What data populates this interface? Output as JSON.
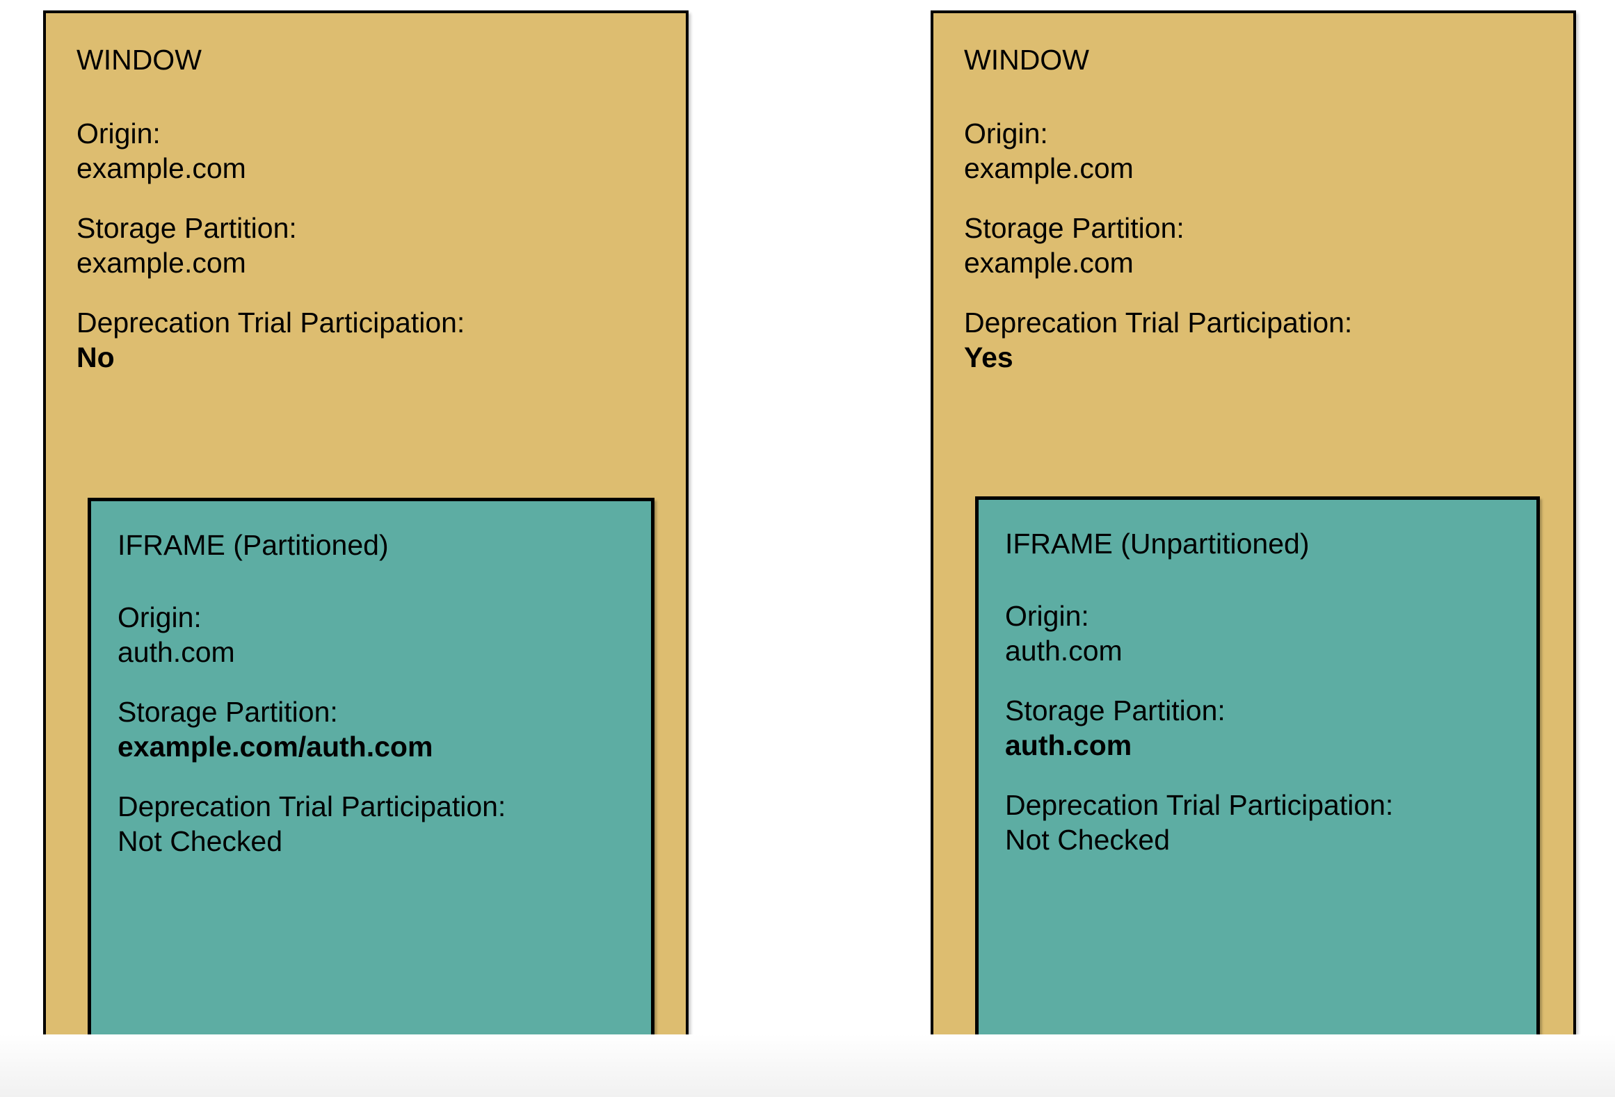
{
  "colors": {
    "window_fill": "#ddbd70",
    "iframe_fill": "#5dada3",
    "border": "#000000",
    "text": "#000000",
    "page_background": "#ffffff"
  },
  "panels": [
    {
      "id": "partitioned-scenario",
      "window": {
        "title": "WINDOW",
        "fields": [
          {
            "label": "Origin:",
            "value": "example.com",
            "bold": false
          },
          {
            "label": "Storage Partition:",
            "value": "example.com",
            "bold": false
          },
          {
            "label": "Deprecation Trial Participation:",
            "value": "No",
            "bold": true
          }
        ]
      },
      "iframe": {
        "title": "IFRAME (Partitioned)",
        "fields": [
          {
            "label": "Origin:",
            "value": "auth.com",
            "bold": false
          },
          {
            "label": "Storage Partition:",
            "value": "example.com/auth.com",
            "bold": true
          },
          {
            "label": "Deprecation Trial Participation:",
            "value": "Not Checked",
            "bold": false
          }
        ]
      }
    },
    {
      "id": "unpartitioned-scenario",
      "window": {
        "title": "WINDOW",
        "fields": [
          {
            "label": "Origin:",
            "value": "example.com",
            "bold": false
          },
          {
            "label": "Storage Partition:",
            "value": "example.com",
            "bold": false
          },
          {
            "label": "Deprecation Trial Participation:",
            "value": "Yes",
            "bold": true
          }
        ]
      },
      "iframe": {
        "title": "IFRAME (Unpartitioned)",
        "fields": [
          {
            "label": "Origin:",
            "value": "auth.com",
            "bold": false
          },
          {
            "label": "Storage Partition:",
            "value": "auth.com",
            "bold": true
          },
          {
            "label": "Deprecation Trial Participation:",
            "value": "Not Checked",
            "bold": false
          }
        ]
      }
    }
  ]
}
